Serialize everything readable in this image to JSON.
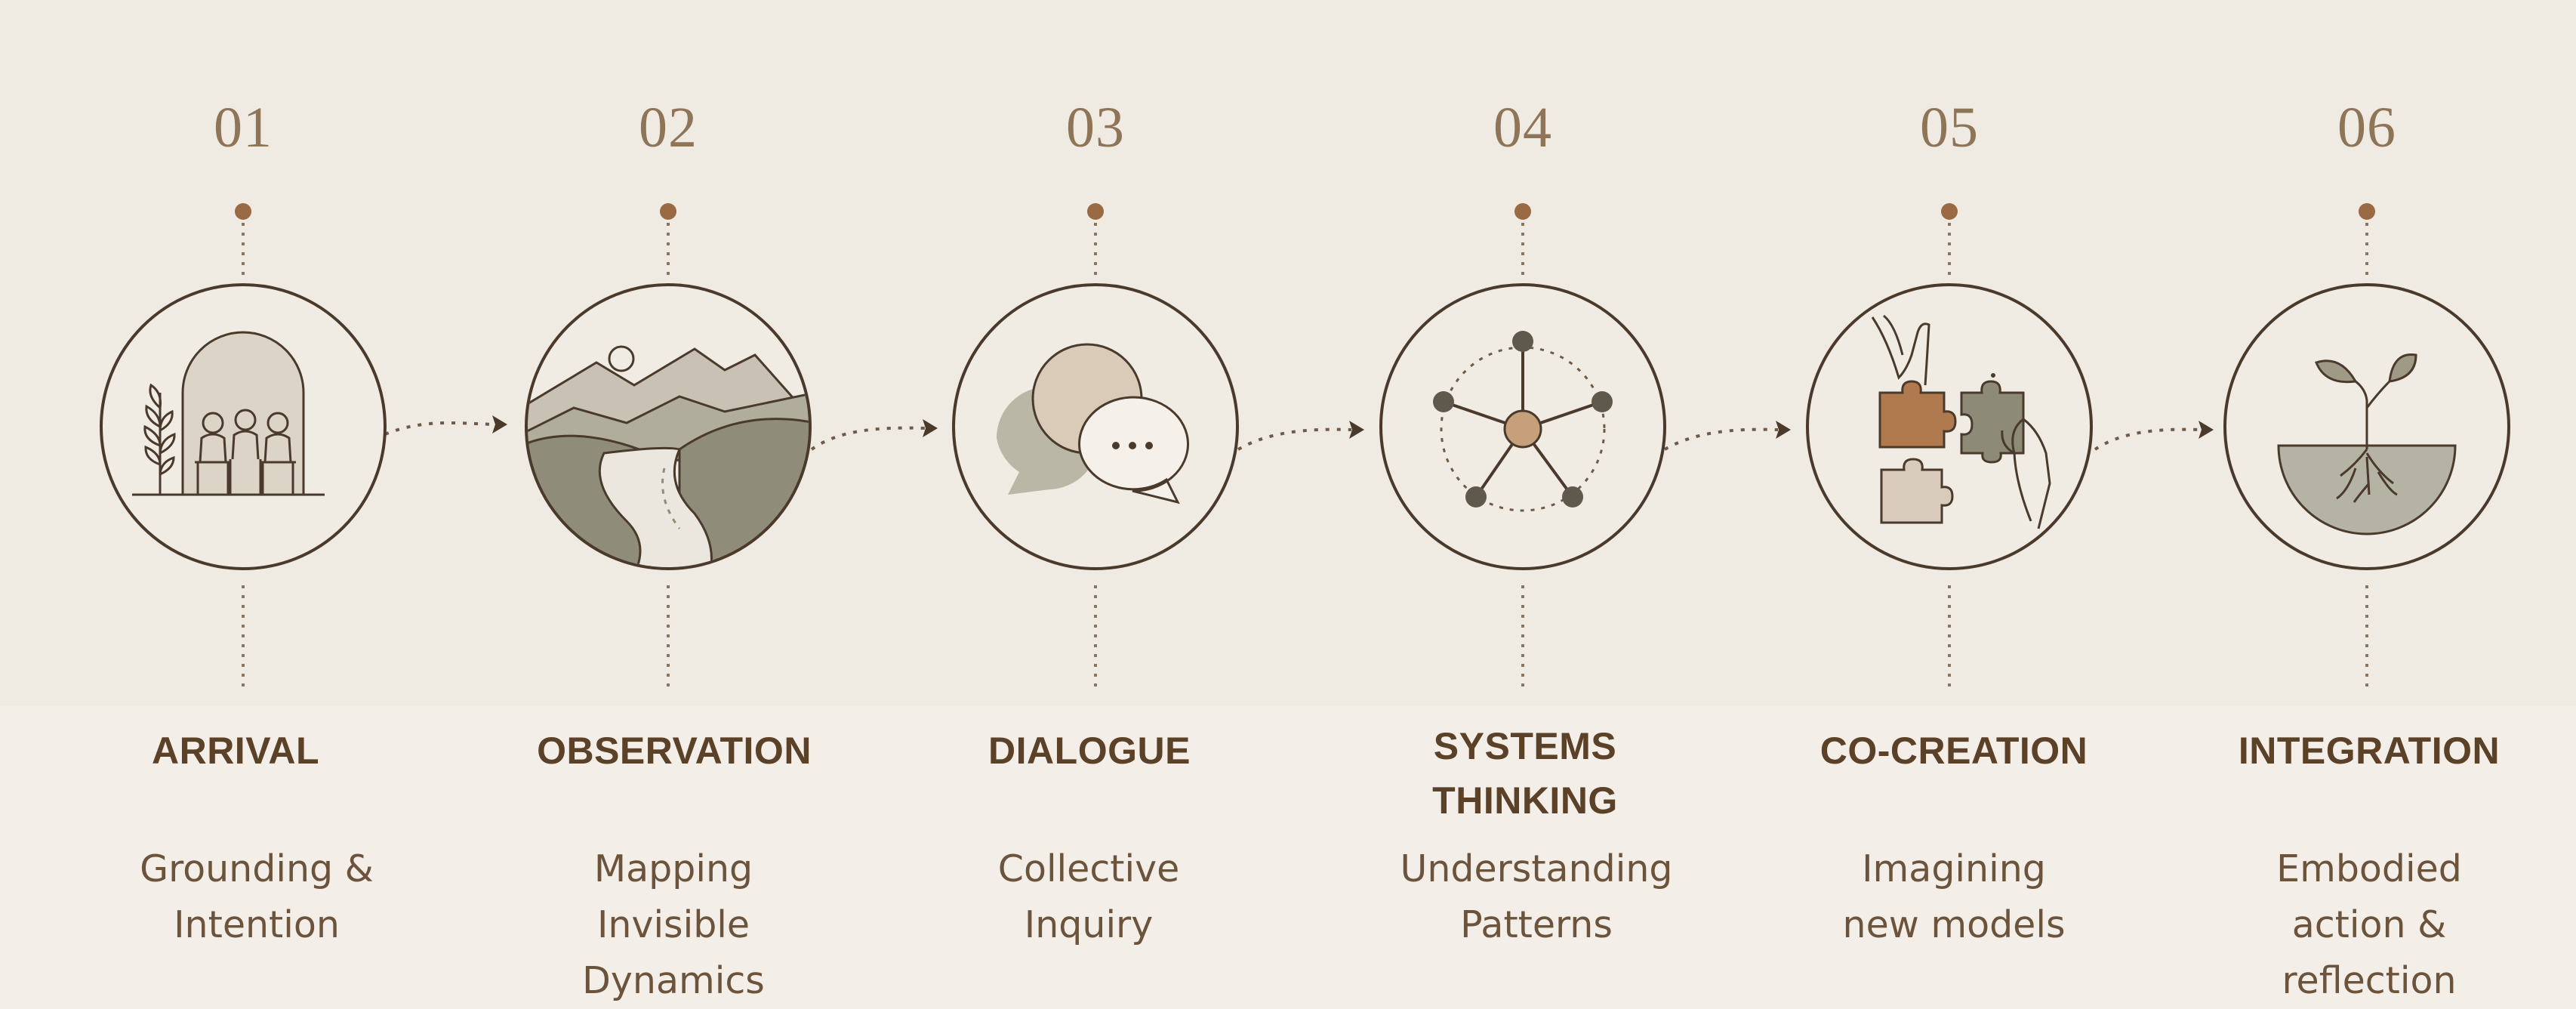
{
  "steps": [
    {
      "number": "01",
      "title": [
        "ARRIVAL"
      ],
      "description": [
        "Grounding &",
        "Intention"
      ],
      "icon": "gathering-arch-icon"
    },
    {
      "number": "02",
      "title": [
        "OBSERVATION"
      ],
      "description": [
        "Mapping",
        "Invisible",
        "Dynamics"
      ],
      "icon": "landscape-icon"
    },
    {
      "number": "03",
      "title": [
        "DIALOGUE"
      ],
      "description": [
        "Collective",
        "Inquiry"
      ],
      "icon": "speech-bubbles-icon"
    },
    {
      "number": "04",
      "title": [
        "SYSTEMS",
        "THINKING"
      ],
      "description": [
        "Understanding",
        "Patterns"
      ],
      "icon": "network-icon"
    },
    {
      "number": "05",
      "title": [
        "CO-CREATION"
      ],
      "description": [
        "Imagining",
        "new models"
      ],
      "icon": "puzzle-hands-icon"
    },
    {
      "number": "06",
      "title": [
        "INTEGRATION"
      ],
      "description": [
        "Embodied",
        "action &",
        "reflection"
      ],
      "icon": "sprout-icon"
    }
  ],
  "colors": {
    "background": "#efebe3",
    "ink": "#4a3a2c",
    "accent_brown": "#9a6a44",
    "olive": "#7b7864",
    "sage": "#a8a593",
    "beige": "#cbbfae",
    "text_title": "#5a4128",
    "text_number": "#8f7558"
  }
}
